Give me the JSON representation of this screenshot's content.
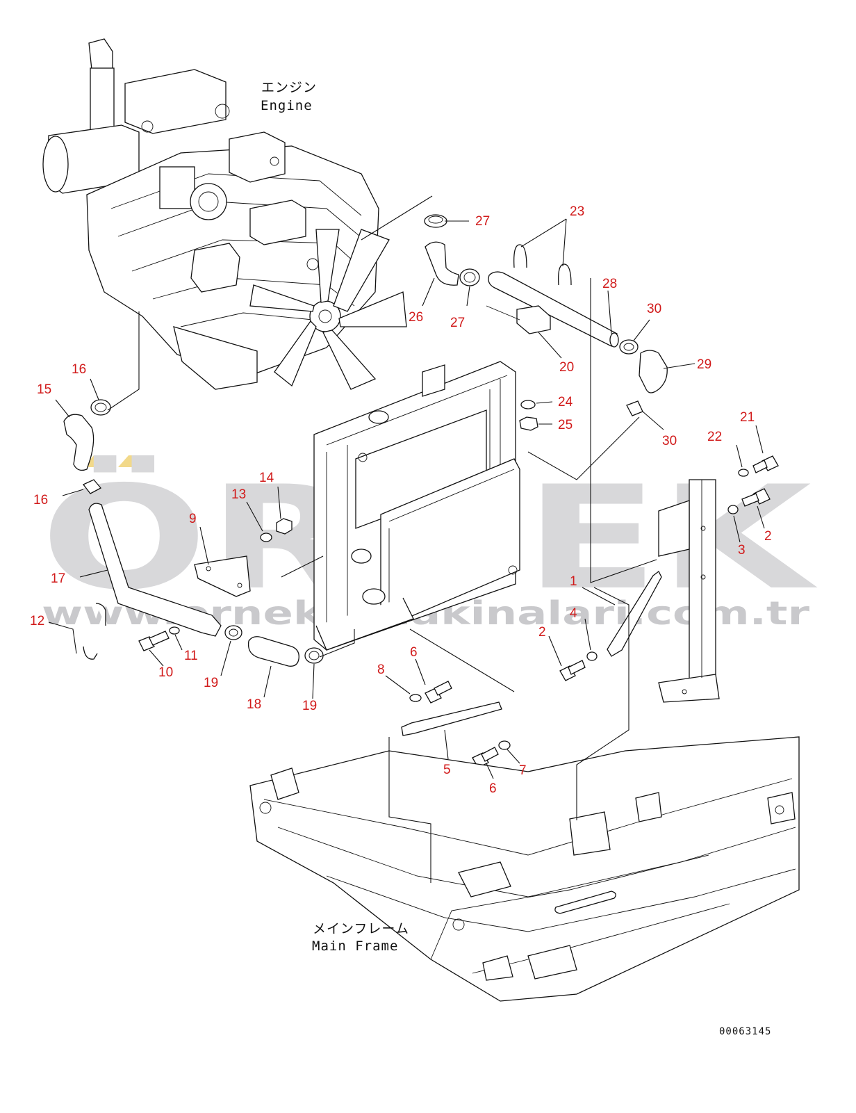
{
  "labels": {
    "engine_jp": "エンジン",
    "engine_en": "Engine",
    "frame_jp": "メインフレーム",
    "frame_en": "Main Frame",
    "drawing_number": "00063145"
  },
  "watermark": {
    "brand": "ÖRNEK",
    "url": "www.ornekismakinalari.com.tr"
  },
  "colors": {
    "callout": "#d11a1a",
    "line": "#111111",
    "watermark": "#d8d8da",
    "watermark_accent": "#f2d98a"
  },
  "callouts": [
    {
      "id": "c27a",
      "text": "27"
    },
    {
      "id": "c23",
      "text": "23"
    },
    {
      "id": "c28",
      "text": "28"
    },
    {
      "id": "c26",
      "text": "26"
    },
    {
      "id": "c27b",
      "text": "27"
    },
    {
      "id": "c30a",
      "text": "30"
    },
    {
      "id": "c20",
      "text": "20"
    },
    {
      "id": "c29",
      "text": "29"
    },
    {
      "id": "c16a",
      "text": "16"
    },
    {
      "id": "c15",
      "text": "15"
    },
    {
      "id": "c24",
      "text": "24"
    },
    {
      "id": "c25",
      "text": "25"
    },
    {
      "id": "c30b",
      "text": "30"
    },
    {
      "id": "c21",
      "text": "21"
    },
    {
      "id": "c22",
      "text": "22"
    },
    {
      "id": "c16b",
      "text": "16"
    },
    {
      "id": "c14",
      "text": "14"
    },
    {
      "id": "c13",
      "text": "13"
    },
    {
      "id": "c9",
      "text": "9"
    },
    {
      "id": "c2a",
      "text": "2"
    },
    {
      "id": "c3",
      "text": "3"
    },
    {
      "id": "c17",
      "text": "17"
    },
    {
      "id": "c1",
      "text": "1"
    },
    {
      "id": "c12",
      "text": "12"
    },
    {
      "id": "c4",
      "text": "4"
    },
    {
      "id": "c2b",
      "text": "2"
    },
    {
      "id": "c11",
      "text": "11"
    },
    {
      "id": "c10",
      "text": "10"
    },
    {
      "id": "c19a",
      "text": "19"
    },
    {
      "id": "c6a",
      "text": "6"
    },
    {
      "id": "c18",
      "text": "18"
    },
    {
      "id": "c19b",
      "text": "19"
    },
    {
      "id": "c8",
      "text": "8"
    },
    {
      "id": "c5",
      "text": "5"
    },
    {
      "id": "c7",
      "text": "7"
    },
    {
      "id": "c6b",
      "text": "6"
    }
  ]
}
